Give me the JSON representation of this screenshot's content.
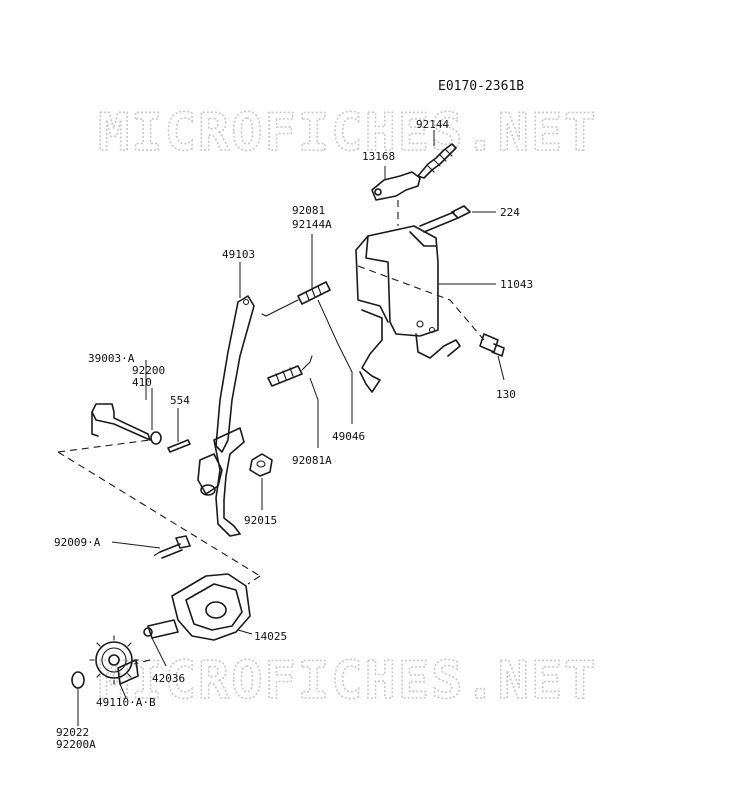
{
  "diagram": {
    "code": "E0170-2361B",
    "watermark": "MICROFICHES.NET",
    "watermark_color": "#c8c8c8",
    "parts": [
      {
        "id": "92144",
        "label": "92144"
      },
      {
        "id": "13168",
        "label": "13168"
      },
      {
        "id": "224",
        "label": "224"
      },
      {
        "id": "92081",
        "label": "92081"
      },
      {
        "id": "92144A",
        "label": "92144A"
      },
      {
        "id": "49103",
        "label": "49103"
      },
      {
        "id": "11043",
        "label": "11043"
      },
      {
        "id": "39003A",
        "label": "39003·A"
      },
      {
        "id": "92200",
        "label": "92200"
      },
      {
        "id": "410",
        "label": "410"
      },
      {
        "id": "554",
        "label": "554"
      },
      {
        "id": "130",
        "label": "130"
      },
      {
        "id": "49046",
        "label": "49046"
      },
      {
        "id": "92081A",
        "label": "92081A"
      },
      {
        "id": "92015",
        "label": "92015"
      },
      {
        "id": "92009A",
        "label": "92009·A"
      },
      {
        "id": "14025",
        "label": "14025"
      },
      {
        "id": "42036",
        "label": "42036"
      },
      {
        "id": "49110AB",
        "label": "49110·A·B"
      },
      {
        "id": "92022",
        "label": "92022"
      },
      {
        "id": "92200A",
        "label": "92200A"
      }
    ]
  }
}
